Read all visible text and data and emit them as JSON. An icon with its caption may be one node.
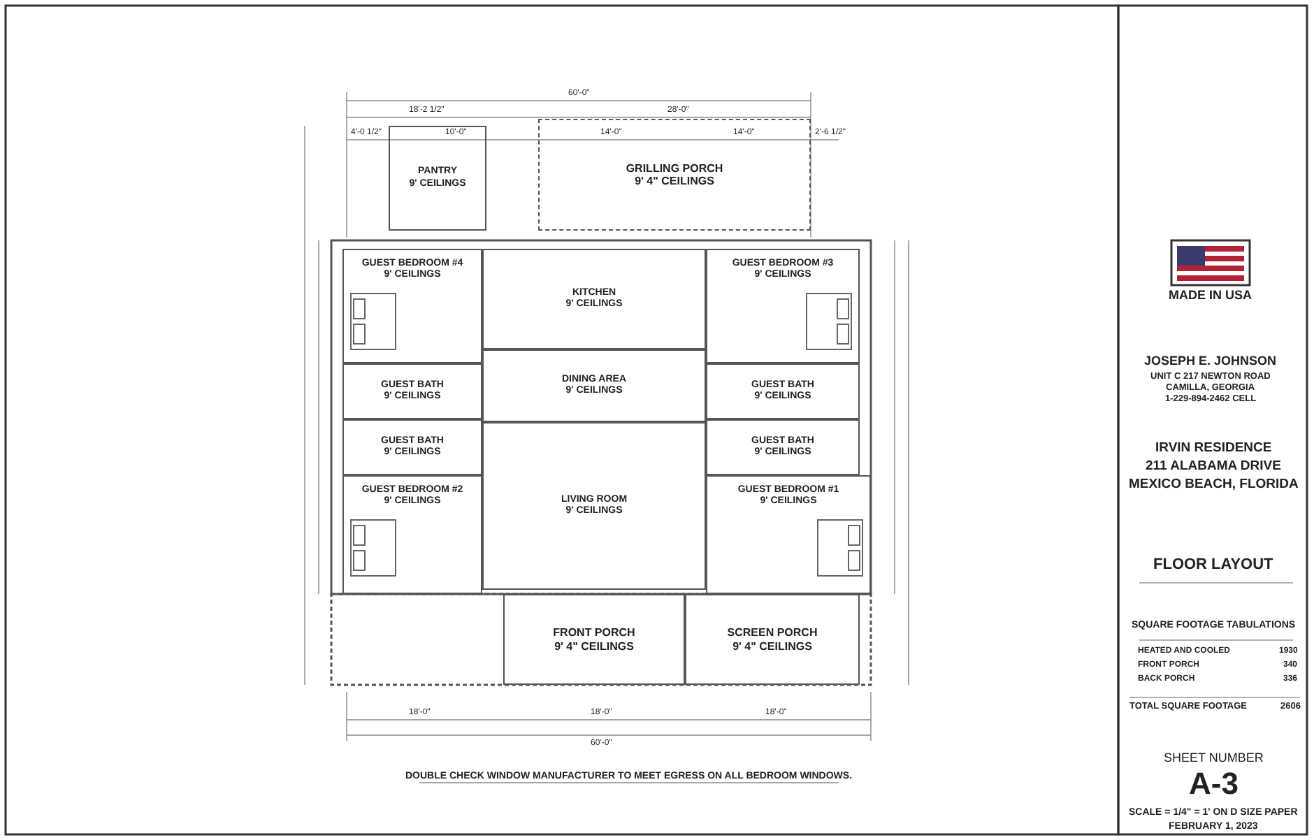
{
  "diagram": {
    "title": "FLOOR LAYOUT",
    "nodes": [
      {
        "text": [
          "PANTRY",
          "9' CEILINGS"
        ]
      },
      {
        "text": [
          "GRILLING PORCH",
          "9' 4\" CEILINGS"
        ]
      },
      {
        "text": [
          "GUEST BEDROOM #4",
          "9' CEILINGS"
        ]
      },
      {
        "text": [
          "KITCHEN",
          "9' CEILINGS"
        ]
      },
      {
        "text": [
          "GUEST BEDROOM #3",
          "9' CEILINGS"
        ]
      },
      {
        "text": [
          "GUEST BATH",
          "9' CEILINGS"
        ]
      },
      {
        "text": [
          "DINING AREA",
          "9' CEILINGS"
        ]
      },
      {
        "text": [
          "GUEST BATH",
          "9' CEILINGS"
        ]
      },
      {
        "text": [
          "GUEST BATH",
          "9' CEILINGS"
        ]
      },
      {
        "text": [
          "LIVING ROOM",
          "9' CEILINGS"
        ]
      },
      {
        "text": [
          "GUEST BATH",
          "9' CEILINGS"
        ]
      },
      {
        "text": [
          "GUEST BEDROOM #2",
          "9' CEILINGS"
        ]
      },
      {
        "text": [
          "GUEST BEDROOM #1",
          "9' CEILINGS"
        ]
      },
      {
        "text": [
          "FRONT PORCH",
          "9' 4\" CEILINGS"
        ]
      },
      {
        "text": [
          "SCREEN PORCH",
          "9' 4\" CEILINGS"
        ]
      }
    ],
    "edges": [],
    "labels": [
      "60'-0\"",
      "18'-2 1/2\"",
      "28'-0\"",
      "4'-0 1/2\"",
      "10'-0\"",
      "14'-0\"",
      "14'-0\"",
      "2'-6 1/2\"",
      "18'-0\"",
      "18'-0\"",
      "18'-0\"",
      "60'-0\"",
      "DOUBLE CHECK WINDOW MANUFACTURER TO MEET EGRESS ON ALL BEDROOM WINDOWS.",
      "MADE IN USA",
      "JOSEPH E. JOHNSON",
      "UNIT C 217 NEWTON ROAD",
      "CAMILLA, GEORGIA",
      "1-229-894-2462 CELL",
      "IRVIN RESIDENCE",
      "211 ALABAMA DRIVE",
      "MEXICO BEACH, FLORIDA",
      "SQUARE FOOTAGE TABULATIONS",
      "HEATED AND COOLED",
      "1930",
      "FRONT PORCH",
      "340",
      "BACK PORCH",
      "336",
      "TOTAL SQUARE FOOTAGE",
      "2606",
      "SHEET NUMBER",
      "A-3",
      "SCALE = 1/4\" = 1' ON D SIZE PAPER",
      "FEBRUARY 1, 2023"
    ]
  }
}
